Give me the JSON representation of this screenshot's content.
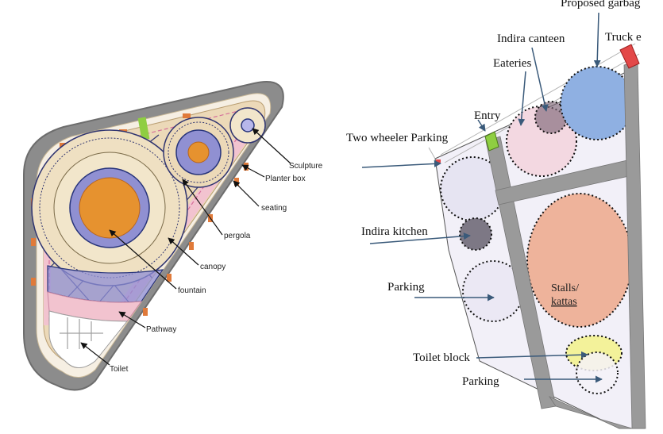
{
  "left_plan": {
    "labels": {
      "sculpture": "Sculpture",
      "planter_box": "Planter box",
      "seating": "seating",
      "pergola": "pergola",
      "canopy": "canopy",
      "fountain": "fountain",
      "pathway": "Pathway",
      "toilet": "Toilet"
    }
  },
  "right_plan": {
    "labels": {
      "proposed_garbage": "Proposed garbag",
      "truck_entry": "Truck e",
      "indira_canteen": "Indira canteen",
      "eateries": "Eateries",
      "entry": "Entry",
      "two_wheeler_parking": "Two wheeler Parking",
      "indira_kitchen": "Indira kitchen",
      "parking_1": "Parking",
      "stalls_line1": "Stalls/",
      "stalls_line2": "kattas",
      "toilet_block": "Toilet block",
      "parking_2": "Parking"
    }
  },
  "colors": {
    "outer_border": "#8c8c8c",
    "inner_fill": "#ecd9b8",
    "pink_band": "#f2c3cf",
    "orange_marker": "#e07a3a",
    "fountain_core": "#e6922f",
    "ring_purple": "#8f8fd6",
    "ring_navy": "#26337a",
    "green_marker": "#8fce42",
    "red_marker": "#e34848",
    "road_gray": "#9a9a9a",
    "zone_pink": "#f3d8e1",
    "zone_blue": "#8fb0e2",
    "zone_purple": "#7f6878",
    "zone_lavender": "#e6e4f2",
    "zone_salmon": "#eeb39b",
    "zone_yellow": "#f3f29a",
    "arrow_blue": "#3a5a7a"
  }
}
